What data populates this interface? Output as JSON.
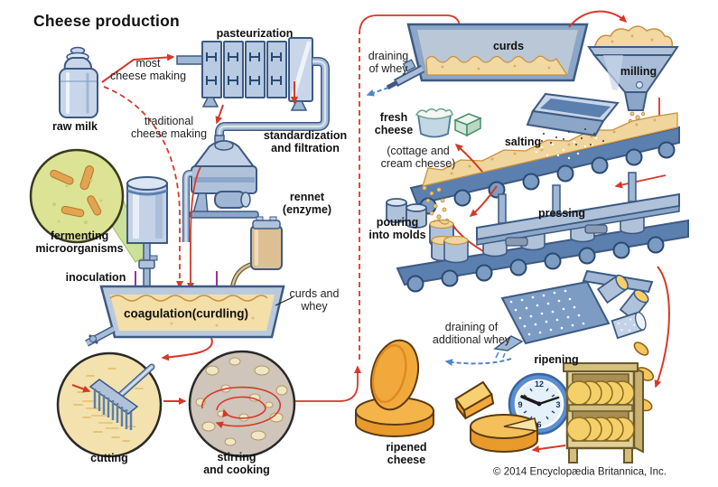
{
  "title": "Cheese production",
  "copyright": "© 2014 Encyclopædia Britannica, Inc.",
  "labels": {
    "raw_milk": "raw milk",
    "most_cheese_making": "most\ncheese making",
    "traditional_cheese_making": "traditional\ncheese making",
    "pasteurization": "pasteurization",
    "standardization_filtration": "standardization\nand filtration",
    "rennet": "rennet\n(enzyme)",
    "fermenting_microorganisms": "fermenting\nmicroorganisms",
    "inoculation": "inoculation",
    "coagulation": "coagulation(curdling)",
    "curds_and_whey": "curds and\nwhey",
    "cutting": "cutting",
    "stirring_cooking": "stirring\nand cooking",
    "draining_of_whey": "draining\nof whey",
    "curds": "curds",
    "milling": "milling",
    "fresh_cheese": "fresh\ncheese",
    "cottage_cream": "(cottage and\ncream cheese)",
    "salting": "salting",
    "pouring_into_molds": "pouring\ninto molds",
    "pressing": "pressing",
    "draining_additional_whey": "draining of\nadditional whey",
    "ripening": "ripening",
    "ripened_cheese": "ripened\ncheese"
  },
  "clock": {
    "twelve": "12",
    "three": "3",
    "six": "6",
    "nine": "9"
  },
  "colors": {
    "arrow_red": "#d5392a",
    "arrow_purple": "#993399",
    "arrow_blue": "#4f85c8",
    "machine_blue": "#b8cbe2",
    "machine_outline": "#3d5a82",
    "curd_tan": "#f2d9a2",
    "cheese_orange": "#f2a93c",
    "microbe_green": "#dde394",
    "wood": "#e2cf96"
  }
}
